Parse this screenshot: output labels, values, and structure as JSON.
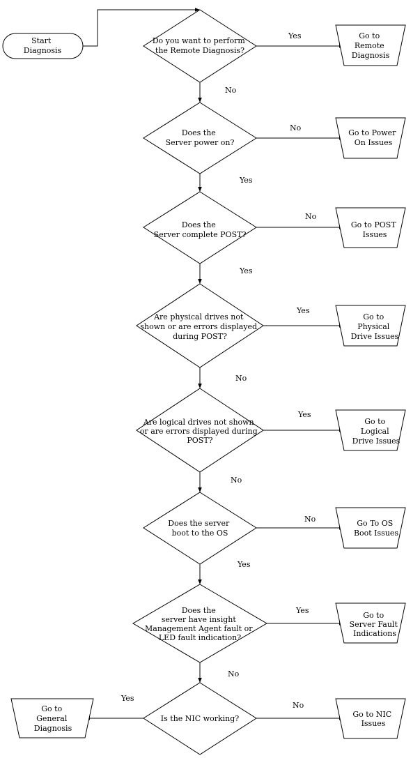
{
  "start": {
    "lines": [
      "Start",
      "Diagnosis"
    ]
  },
  "decisions": [
    {
      "lines": [
        "Do you want to perform",
        "the Remote Diagnosis?"
      ],
      "right_label": "Yes",
      "down_label": "No"
    },
    {
      "lines": [
        "Does the",
        "Server power on?"
      ],
      "right_label": "No",
      "down_label": "Yes"
    },
    {
      "lines": [
        "Does the",
        "Server complete POST?"
      ],
      "right_label": "No",
      "down_label": "Yes"
    },
    {
      "lines": [
        "Are physical drives not",
        "shown or are errors displayed",
        "during POST?"
      ],
      "right_label": "Yes",
      "down_label": "No"
    },
    {
      "lines": [
        "Are logical drives not shown",
        "or are errors displayed during",
        "POST?"
      ],
      "right_label": "Yes",
      "down_label": "No"
    },
    {
      "lines": [
        "Does the server",
        "boot to the OS"
      ],
      "right_label": "No",
      "down_label": "Yes"
    },
    {
      "lines": [
        "Does the",
        "server have insight",
        "Management Agent fault or",
        "LED fault indication?"
      ],
      "right_label": "Yes",
      "down_label": "No"
    },
    {
      "lines": [
        "Is the NIC working?"
      ],
      "right_label": "No",
      "left_label": "Yes"
    }
  ],
  "outcomes": [
    {
      "lines": [
        "Go to",
        "Remote",
        "Diagnosis"
      ]
    },
    {
      "lines": [
        "Go to Power",
        "On Issues"
      ]
    },
    {
      "lines": [
        "Go to POST",
        "Issues"
      ]
    },
    {
      "lines": [
        "Go to",
        "Physical",
        "Drive Issues"
      ]
    },
    {
      "lines": [
        "Go to",
        "Logical",
        "Drive Issues"
      ]
    },
    {
      "lines": [
        "Go To OS",
        "Boot Issues"
      ]
    },
    {
      "lines": [
        "Go to",
        "Server Fault",
        "Indications"
      ]
    },
    {
      "lines": [
        "Go to NIC",
        "Issues"
      ]
    }
  ],
  "general": {
    "lines": [
      "Go to",
      "General",
      "Diagnosis"
    ]
  }
}
